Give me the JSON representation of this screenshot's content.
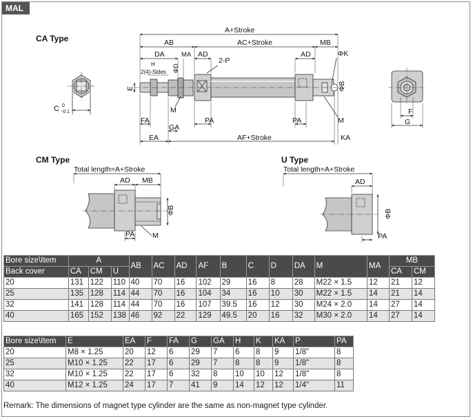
{
  "section_tab": "MAL",
  "types": {
    "ca": "CA Type",
    "cm": "CM Type",
    "u": "U  Type"
  },
  "ca_labels": {
    "a_stroke": "A+Stroke",
    "ab": "AB",
    "ac_stroke": "AC+Stroke",
    "da": "DA",
    "ma": "MA",
    "ad": "AD",
    "ad_right": "AD",
    "mb": "MB",
    "phi_k": "ΦK",
    "two_p": "2-P",
    "h": "H",
    "h_sides": "2(4)-Sides",
    "phi_d": "ΦD",
    "e": "E",
    "phi_b": "ΦB",
    "fa": "FA",
    "ga": "GA",
    "m": "M",
    "pa": "PA",
    "pa_right": "PA",
    "m_right": "M",
    "ea": "EA",
    "af_stroke": "AF+Stroke",
    "ka": "KA",
    "c_main": "C",
    "c_sup": "0",
    "c_sub": "-0.1",
    "f": "F",
    "g": "G"
  },
  "cm_labels": {
    "total": "Total length=A+Stroke",
    "ad": "AD",
    "mb": "MB",
    "phi_b": "ΦB",
    "pa": "PA",
    "m": "M"
  },
  "u_labels": {
    "total": "Total length=A+Stroke",
    "ad": "AD",
    "phi_b": "ΦB",
    "pa": "PA"
  },
  "table1": {
    "hdr1": [
      "Bore size\\Item",
      "A",
      "AB",
      "AC",
      "AD",
      "AF",
      "B",
      "C",
      "D",
      "DA",
      "M",
      "MA",
      "MB"
    ],
    "hdr2": [
      "Back cover",
      "CA",
      "CM",
      "U",
      "CA",
      "CM"
    ],
    "rows": [
      [
        "20",
        "131",
        "122",
        "110",
        "40",
        "70",
        "16",
        "102",
        "29",
        "16",
        "8",
        "28",
        "M22 × 1.5",
        "12",
        "21",
        "12"
      ],
      [
        "25",
        "135",
        "128",
        "114",
        "44",
        "70",
        "16",
        "104",
        "34",
        "16",
        "10",
        "30",
        "M22 × 1.5",
        "14",
        "21",
        "14"
      ],
      [
        "32",
        "141",
        "128",
        "114",
        "44",
        "70",
        "16",
        "107",
        "39.5",
        "16",
        "12",
        "30",
        "M24 × 2.0",
        "14",
        "27",
        "14"
      ],
      [
        "40",
        "165",
        "152",
        "138",
        "46",
        "92",
        "22",
        "129",
        "49.5",
        "20",
        "16",
        "32",
        "M30 × 2.0",
        "14",
        "27",
        "14"
      ]
    ]
  },
  "table2": {
    "hdr": [
      "Bore size\\Item",
      "E",
      "EA",
      "F",
      "FA",
      "G",
      "GA",
      "H",
      "K",
      "KA",
      "P",
      "PA"
    ],
    "rows": [
      [
        "20",
        "M8 × 1.25",
        "20",
        "12",
        "6",
        "29",
        "7",
        "6",
        "8",
        "9",
        "1/8\"",
        "8"
      ],
      [
        "25",
        "M10 × 1.25",
        "22",
        "17",
        "6",
        "29",
        "7",
        "8",
        "8",
        "9",
        "1/8\"",
        "8"
      ],
      [
        "32",
        "M10 × 1.25",
        "22",
        "17",
        "6",
        "32",
        "8",
        "10",
        "10",
        "12",
        "1/8\"",
        "8"
      ],
      [
        "40",
        "M12 × 1.25",
        "24",
        "17",
        "7",
        "41",
        "9",
        "14",
        "12",
        "12",
        "1/4\"",
        "11"
      ]
    ]
  },
  "remark": "Remark: The dimensions of magnet type cylinder are the same as non-magnet type cylinder."
}
